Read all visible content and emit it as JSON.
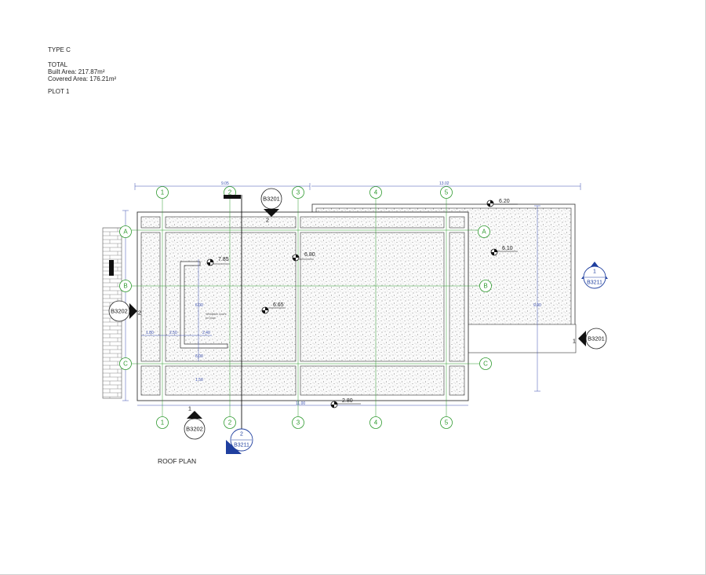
{
  "sheet": {
    "type_label": "TYPE C",
    "total_label": "TOTAL",
    "built_area": "Built Area: 217.87m²",
    "covered_area": "Covered Area: 176.21m²",
    "plot": "PLOT 1",
    "plan_title": "ROOF PLAN"
  },
  "grid": {
    "columns_top": [
      "1",
      "2",
      "3",
      "4",
      "5"
    ],
    "columns_bottom": [
      "1",
      "2",
      "3",
      "4",
      "5"
    ],
    "rows_left": [
      "A",
      "B",
      "C"
    ],
    "rows_right": [
      "A",
      "B",
      "C"
    ]
  },
  "dimensions": {
    "top_left": "9.05",
    "top_right": "13.02",
    "bottom_mid": "11.00",
    "inner_left": "1.80",
    "inner_mid": "2.50",
    "inner_right": "2.40",
    "vertical_a": "6.00",
    "vertical_b": "6.00",
    "vertical_c": "1.50",
    "right_vertical": "9.00"
  },
  "levels": {
    "l1": "7.85",
    "l2": "6.80",
    "l3": "6.65",
    "l4": "6.20",
    "l5": "6.10",
    "l6": "2.80"
  },
  "sections": {
    "top": {
      "ref": "B3201",
      "num": "2"
    },
    "left": {
      "ref": "B3202",
      "num": "2"
    },
    "bottom": {
      "ref": "B3202",
      "num": "1"
    },
    "right": {
      "ref": "B3201",
      "num": "1"
    },
    "blue_right": {
      "ref": "B3211",
      "num": "1"
    },
    "blue_bottom": {
      "ref": "B3211",
      "num": "2"
    }
  },
  "notes": {
    "opening": "Ventilation louvre",
    "opening_sub": "for plant"
  },
  "colors": {
    "grid": "#2f9a2f",
    "dimension": "#3a4fb0",
    "section_blue": "#1f3f9f",
    "wall": "#333333"
  }
}
